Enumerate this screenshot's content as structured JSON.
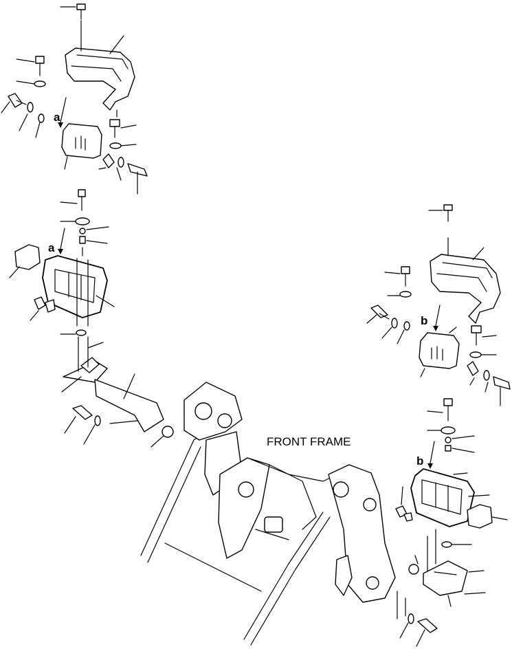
{
  "diagram": {
    "main_label": "FRONT FRAME",
    "ref_marks": {
      "a": "a",
      "b": "b"
    }
  }
}
